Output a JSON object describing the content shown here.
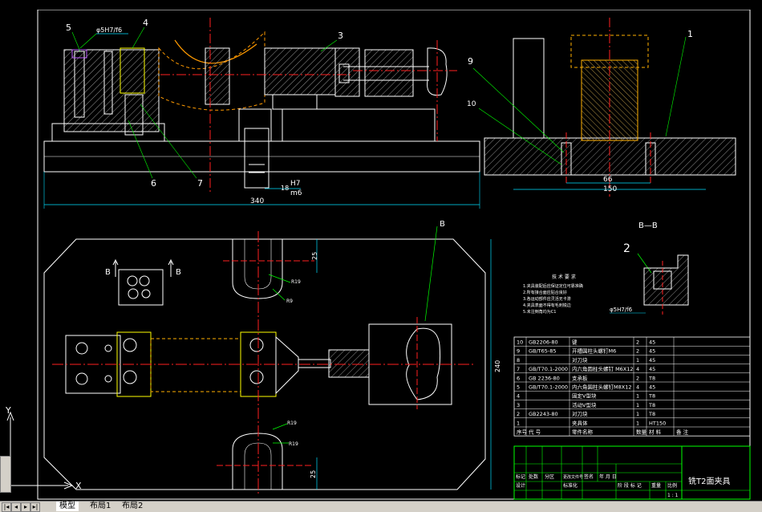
{
  "tabs": [
    "模型",
    "布局1",
    "布局2"
  ],
  "top_view": {
    "callouts": [
      "5",
      "4",
      "3",
      "1",
      "9",
      "10",
      "6",
      "7"
    ],
    "dims": {
      "fit_top": "φ5H7/f6",
      "overall": "340",
      "h7": "H7",
      "m6": "m6",
      "h18": "18",
      "w66": "66",
      "w150": "150"
    }
  },
  "section": {
    "title": "B—B",
    "callout": "2",
    "fit": "φ5H7/f6"
  },
  "plan_view": {
    "cut_mark": "B",
    "section_marks": [
      "B",
      "B"
    ],
    "dims": {
      "d25a": "25",
      "d25b": "25",
      "d240": "240",
      "r19a": "R19",
      "r9": "R9",
      "r19b": "R19",
      "r19c": "R19"
    }
  },
  "notes": {
    "title": "技 术 要 求",
    "lines": [
      "1.夹具装配后应保证定位可靠准确",
      "2.所有接合面应贴合良好",
      "3.各运动部件应灵活无卡滞",
      "4.夹具表面不得有毛刺锐边",
      "5.未注倒角均为C1"
    ]
  },
  "bom": {
    "rows": [
      {
        "no": "10",
        "code": "GB2206-80",
        "name": "键",
        "qty": "2",
        "mat": "45"
      },
      {
        "no": "9",
        "code": "GB/T65-85",
        "name": "开槽圆柱头螺钉M6",
        "qty": "2",
        "mat": "45"
      },
      {
        "no": "8",
        "code": "",
        "name": "对刀块",
        "qty": "1",
        "mat": "45"
      },
      {
        "no": "7",
        "code": "GB/T70.1-2000",
        "name": "内六角圆柱头螺钉 M6X12",
        "qty": "4",
        "mat": "45"
      },
      {
        "no": "6",
        "code": "GB 2236-80",
        "name": "支承板",
        "qty": "2",
        "mat": "T8"
      },
      {
        "no": "5",
        "code": "GB/T70.1-2000",
        "name": "内六角圆柱头螺钉M8X12",
        "qty": "4",
        "mat": "45"
      },
      {
        "no": "4",
        "code": "",
        "name": "固定V型块",
        "qty": "1",
        "mat": "T8"
      },
      {
        "no": "3",
        "code": "",
        "name": "活动V型块",
        "qty": "1",
        "mat": "T8"
      },
      {
        "no": "2",
        "code": "GB2243-80",
        "name": "对刀块",
        "qty": "1",
        "mat": "T8"
      },
      {
        "no": "1",
        "code": "",
        "name": "夹具体",
        "qty": "1",
        "mat": "HT150"
      }
    ],
    "header": {
      "no": "序号",
      "code": "代 号",
      "name": "零件名称",
      "qty": "数量",
      "mat": "材 料",
      "note": "备 注"
    },
    "title_block": {
      "drawing": "铣T2面夹具",
      "cells": [
        "标记",
        "处数",
        "分区",
        "更改文件号",
        "签名",
        "年 月 日",
        "设计",
        "标准化",
        "阶 段 标 记",
        "重量",
        "比例",
        "1 : 1"
      ]
    }
  },
  "colors": {
    "line": "#ffffff",
    "center": "#ff2020",
    "dim": "#00e0ff",
    "hatch": "#a0a0a0",
    "green": "#00ff00",
    "yellow": "#ffff00",
    "orange": "#ffb000",
    "part": "#ffffff"
  }
}
